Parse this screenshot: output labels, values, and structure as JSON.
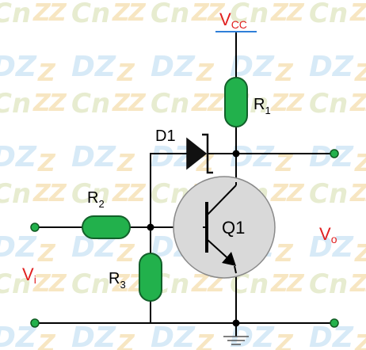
{
  "watermark": {
    "text_dz": "DZ",
    "text_z": "Z",
    "text_cn": "Cn",
    "color_dz": "#d7eaf7",
    "color_z": "#f7e6c2",
    "color_cn": "#e7ecd0"
  },
  "colors": {
    "wire": "#000000",
    "resistor": "#22b14c",
    "resistor_stroke": "#12602a",
    "terminal": "#22b14c",
    "transistor_body": "#d9d9d9",
    "power_label": "#e02020",
    "vcc_bar": "#2f7fd8",
    "ground": "#555555"
  },
  "labels": {
    "vcc": {
      "main": "V",
      "sub": "CC"
    },
    "r1": {
      "main": "R",
      "sub": "1"
    },
    "r2": {
      "main": "R",
      "sub": "2"
    },
    "r3": {
      "main": "R",
      "sub": "3"
    },
    "d1": "D1",
    "q1": "Q1",
    "vi": {
      "main": "V",
      "sub": "i"
    },
    "vo": {
      "main": "V",
      "sub": "o"
    }
  }
}
